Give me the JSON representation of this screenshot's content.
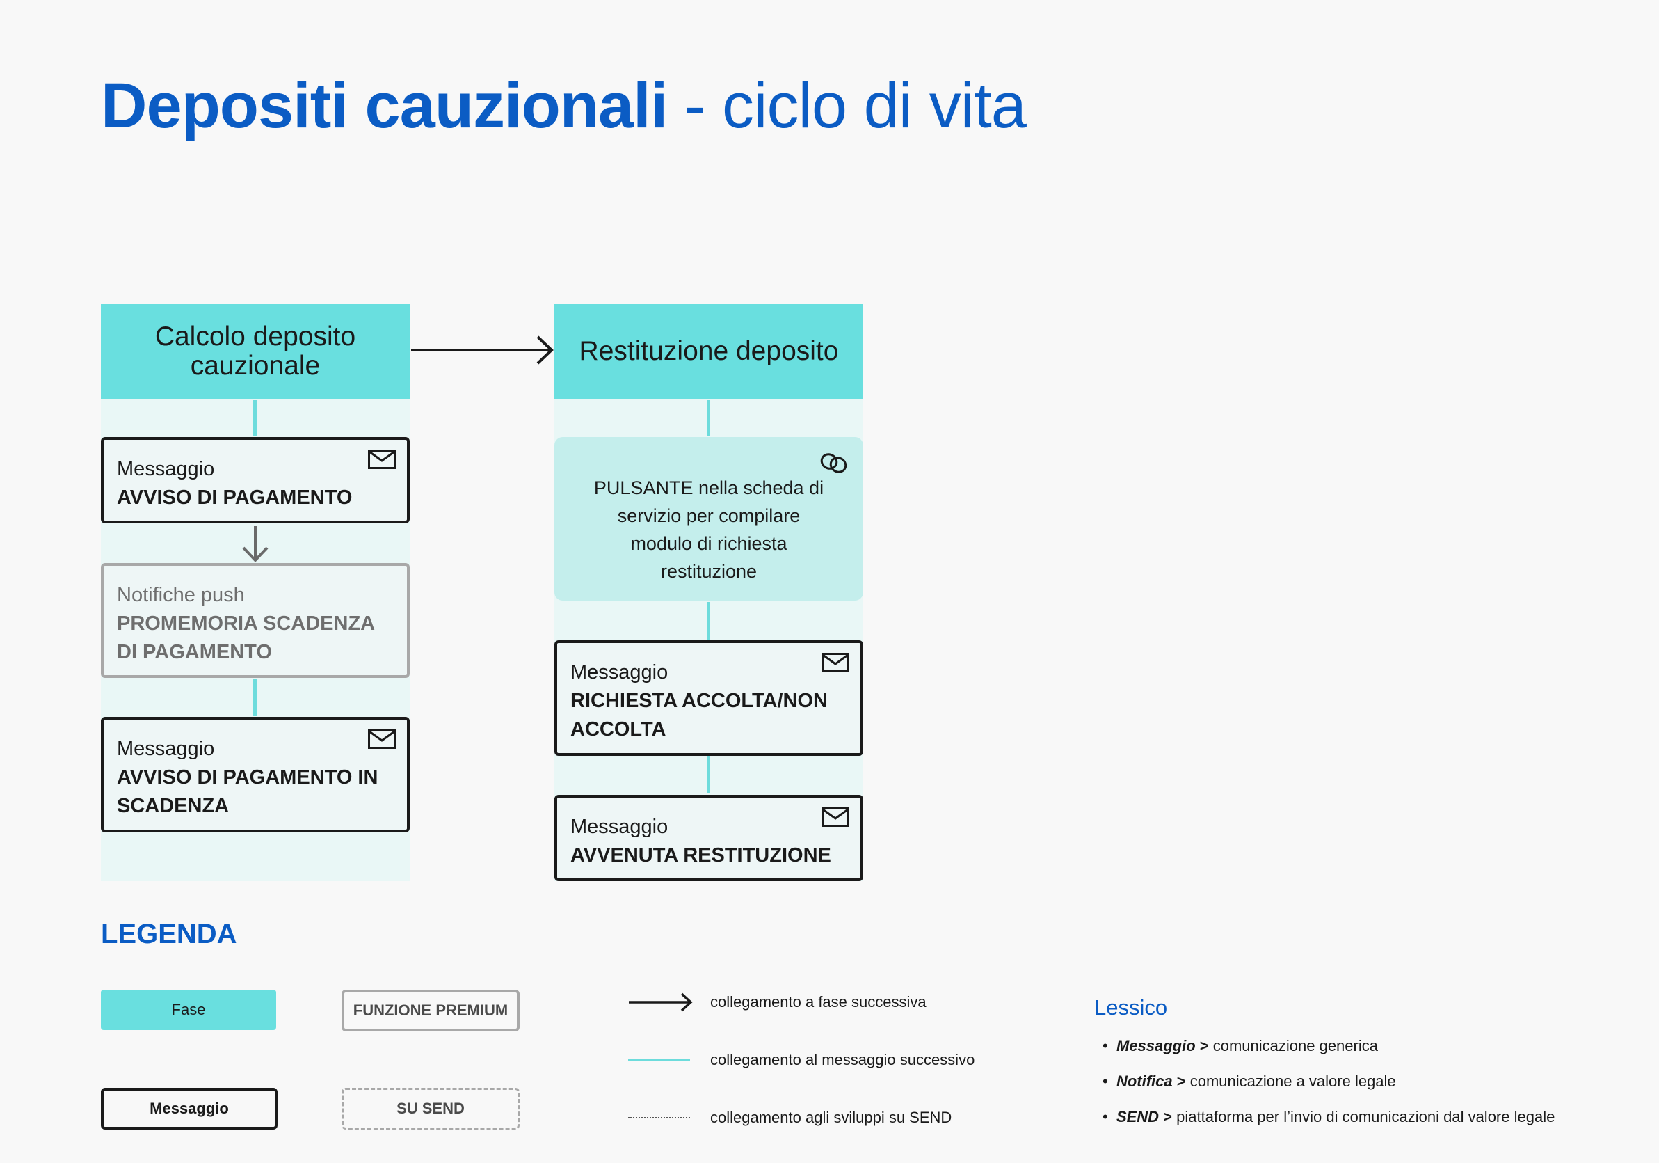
{
  "title": {
    "bold": "Depositi cauzionali",
    "light": " - ciclo di vita"
  },
  "col1": {
    "phase": "Calcolo deposito cauzionale",
    "msg1": {
      "label": "Messaggio",
      "title": "AVVISO DI PAGAMENTO"
    },
    "push": {
      "label": "Notifiche push",
      "title": "PROMEMORIA SCADENZA DI PAGAMENTO"
    },
    "msg2": {
      "label": "Messaggio",
      "title": "AVVISO DI PAGAMENTO IN SCADENZA"
    }
  },
  "col2": {
    "phase": "Restituzione deposito",
    "button_card": "PULSANTE nella scheda di servizio per compilare modulo di richiesta restituzione",
    "msg1": {
      "label": "Messaggio",
      "title": "RICHIESTA ACCOLTA/NON ACCOLTA"
    },
    "msg2": {
      "label": "Messaggio",
      "title": "AVVENUTA RESTITUZIONE"
    }
  },
  "legend": {
    "heading": "LEGENDA",
    "phase": "Fase",
    "premium": "FUNZIONE PREMIUM",
    "message": "Messaggio",
    "send": "SU SEND",
    "arrow_text": "collegamento a fase successiva",
    "line_text": "collegamento al messaggio successivo",
    "dotted_text": "collegamento agli sviluppi su SEND"
  },
  "lessico": {
    "heading": "Lessico",
    "items": [
      {
        "term": "Messaggio",
        "sep": " > ",
        "def": "comunicazione generica"
      },
      {
        "term": "Notifica",
        "sep": " > ",
        "def": "comunicazione a valore legale"
      },
      {
        "term": "SEND",
        "sep": " > ",
        "def": "piattaforma per  l’invio di comunicazioni dal valore legale"
      }
    ]
  },
  "colors": {
    "brand_blue": "#0b5cc4",
    "phase_teal": "#69dfdf",
    "column_bg": "#e9f7f6",
    "connector": "#6ddcdc"
  }
}
